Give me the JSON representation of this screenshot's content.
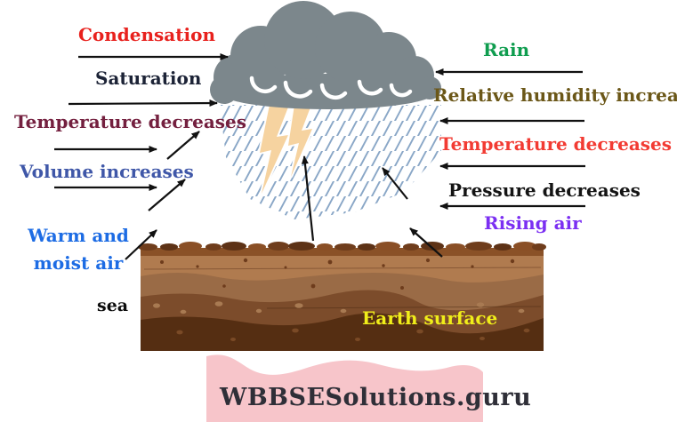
{
  "labels": {
    "condensation": {
      "text": "Condensation",
      "color": "#e8211d"
    },
    "saturation": {
      "text": "Saturation",
      "color": "#1c2336"
    },
    "temperature_decreases_left": {
      "text": "Temperature decreases",
      "color": "#74203f"
    },
    "volume_increases": {
      "text": "Volume increases",
      "color": "#3f57a8"
    },
    "warm_moist_air": {
      "line1": "Warm and",
      "line2": "moist air",
      "color": "#1d6ce4"
    },
    "sea": {
      "text": "sea",
      "color": "#0d0d0d"
    },
    "rain": {
      "text": "Rain",
      "color": "#0f9d4f"
    },
    "relative_humidity_increases": {
      "text": "Relative humidity increases",
      "color": "#6b5718"
    },
    "temperature_decreases_right": {
      "text": "Temperature decreases",
      "color": "#f23b33"
    },
    "pressure_decreases": {
      "text": "Pressure decreases",
      "color": "#141414"
    },
    "rising_air": {
      "text": "Rising air",
      "color": "#7b2ff2"
    },
    "earth_surface": {
      "text": "Earth surface",
      "color": "#f0ee1a"
    }
  },
  "watermark": {
    "text": "WBBSESolutions.guru",
    "bg_color": "#f7c5ca",
    "text_color": "#2f2f38"
  },
  "illustration": {
    "cloud_color": "#7c878c",
    "rain_line_color": "#8aa7c7",
    "lightning_color": "#f6d3a0",
    "arrow_color": "#111111",
    "earth_layer_colors": [
      "#b07b4f",
      "#9a6b46",
      "#7c4c2b",
      "#552e12"
    ]
  }
}
